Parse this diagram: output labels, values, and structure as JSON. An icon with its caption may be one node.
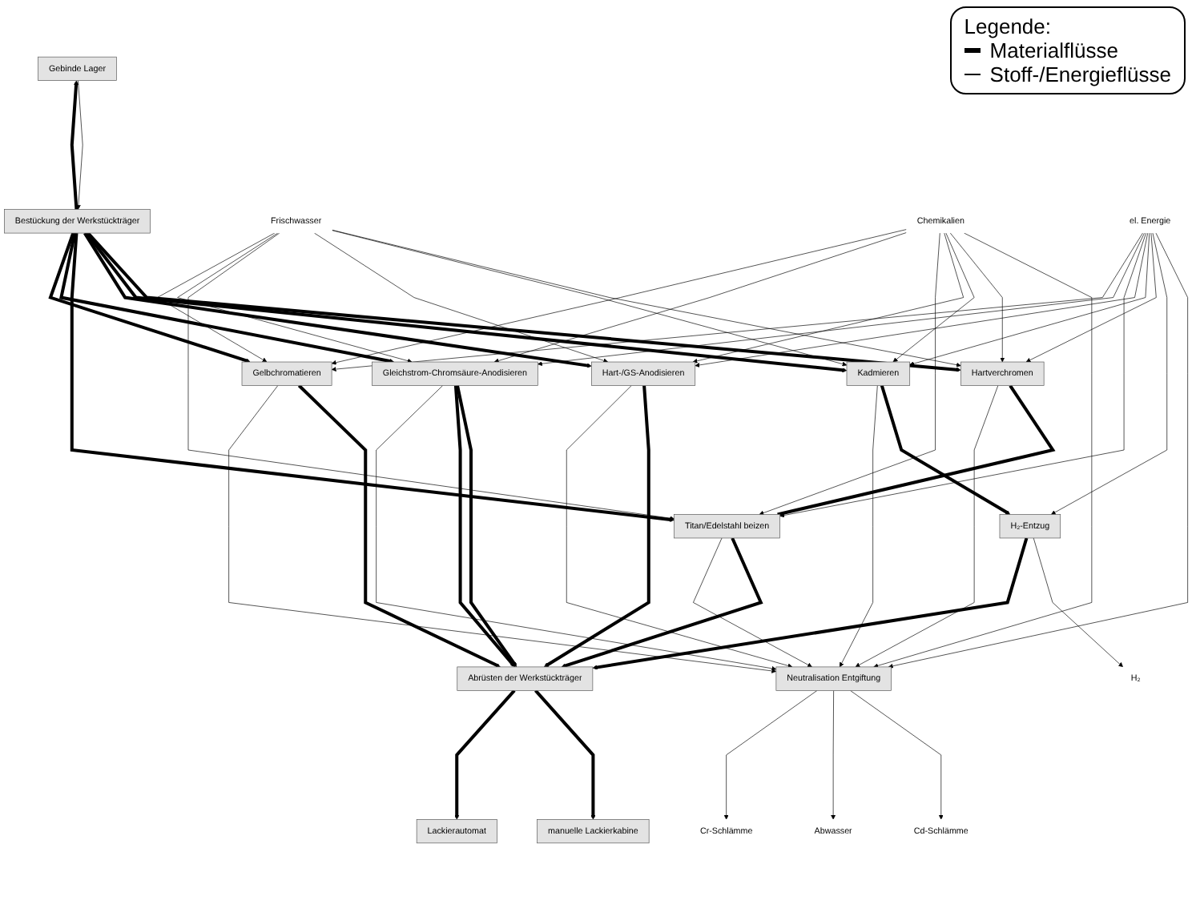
{
  "diagram": {
    "nodes": [
      {
        "text": [
          "Gebinde Lager"
        ]
      },
      {
        "text": [
          "Neutralisation Entgiftung"
        ]
      },
      {
        "text": [
          "H₂-Entzug"
        ]
      },
      {
        "text": [
          "Abrüsten der Werkstückträger"
        ]
      },
      {
        "text": [
          "manuelle Lackierkabine"
        ]
      },
      {
        "text": [
          "Lackierautomat"
        ]
      },
      {
        "text": [
          "Bestückung der Werkstückträger"
        ]
      },
      {
        "text": [
          "Hartverchromen"
        ]
      },
      {
        "text": [
          "Kadmieren"
        ]
      },
      {
        "text": [
          "Hart-/GS-Anodisieren"
        ]
      },
      {
        "text": [
          "Titan/Edelstahl beizen"
        ]
      },
      {
        "text": [
          "Gleichstrom-Chromsäure-Anodisieren"
        ]
      },
      {
        "text": [
          "Gelbchromatieren"
        ]
      },
      {
        "text": [
          "Cd-Schlämme"
        ]
      },
      {
        "text": [
          "Abwasser"
        ]
      },
      {
        "text": [
          "Cr-Schlämme"
        ]
      },
      {
        "text": [
          "H₂"
        ]
      },
      {
        "text": [
          "Frischwasser"
        ]
      },
      {
        "text": [
          "Chemikalien"
        ]
      },
      {
        "text": [
          "el. Energie"
        ]
      }
    ],
    "edges": [
      {
        "from": 1,
        "to": 13,
        "arrow": "to"
      },
      {
        "from": 1,
        "to": 14,
        "arrow": "to"
      },
      {
        "from": 1,
        "to": 15,
        "arrow": "to"
      },
      {
        "from": 2,
        "to": 16,
        "arrow": "to"
      },
      {
        "from": 0,
        "to": 6,
        "arrow": "to"
      },
      {
        "from": 6,
        "to": 0,
        "arrow": "to",
        "style": "thick"
      },
      {
        "from": 6,
        "to": 7,
        "arrow": "to",
        "style": "thick"
      },
      {
        "from": 6,
        "to": 8,
        "arrow": "to",
        "style": "thick"
      },
      {
        "from": 6,
        "to": 9,
        "arrow": "to",
        "style": "thick"
      },
      {
        "from": 6,
        "to": 10,
        "arrow": "to",
        "style": "thick"
      },
      {
        "from": 6,
        "to": 11,
        "arrow": "to",
        "style": "thick"
      },
      {
        "from": 6,
        "to": 12,
        "arrow": "to",
        "style": "thick"
      },
      {
        "from": 8,
        "to": 2,
        "arrow": "to",
        "style": "thick"
      },
      {
        "from": 7,
        "to": 10,
        "arrow": "none",
        "style": "thick"
      },
      {
        "from": 2,
        "to": 3,
        "arrow": "to",
        "style": "thick"
      },
      {
        "from": 9,
        "to": 3,
        "arrow": "to",
        "style": "thick"
      },
      {
        "from": 10,
        "to": 3,
        "arrow": "to",
        "style": "thick"
      },
      {
        "from": 11,
        "to": 3,
        "arrow": "to",
        "style": "thick"
      },
      {
        "from": 11,
        "to": 3,
        "arrow": "to",
        "style": "thick"
      },
      {
        "from": 12,
        "to": 3,
        "arrow": "to",
        "style": "thick"
      },
      {
        "from": 3,
        "to": 4,
        "arrow": "to",
        "style": "thick"
      },
      {
        "from": 3,
        "to": 5,
        "arrow": "to",
        "style": "thick"
      },
      {
        "from": 7,
        "to": 1,
        "arrow": "to"
      },
      {
        "from": 8,
        "to": 1,
        "arrow": "to"
      },
      {
        "from": 9,
        "to": 1,
        "arrow": "to"
      },
      {
        "from": 10,
        "to": 1,
        "arrow": "to"
      },
      {
        "from": 11,
        "to": 1,
        "arrow": "to"
      },
      {
        "from": 12,
        "to": 1,
        "arrow": "to"
      },
      {
        "from": 18,
        "to": 1,
        "arrow": "to"
      },
      {
        "from": 19,
        "to": 1,
        "arrow": "to"
      },
      {
        "from": 19,
        "to": 2,
        "arrow": "to"
      },
      {
        "from": 17,
        "to": 7,
        "arrow": "to"
      },
      {
        "from": 18,
        "to": 7,
        "arrow": "to"
      },
      {
        "from": 19,
        "to": 7,
        "arrow": "to"
      },
      {
        "from": 17,
        "to": 8,
        "arrow": "to"
      },
      {
        "from": 18,
        "to": 8,
        "arrow": "to"
      },
      {
        "from": 19,
        "to": 8,
        "arrow": "to"
      },
      {
        "from": 17,
        "to": 9,
        "arrow": "to"
      },
      {
        "from": 18,
        "to": 9,
        "arrow": "to"
      },
      {
        "from": 19,
        "to": 9,
        "arrow": "to"
      },
      {
        "from": 17,
        "to": 10,
        "arrow": "to"
      },
      {
        "from": 18,
        "to": 10,
        "arrow": "to"
      },
      {
        "from": 19,
        "to": 10,
        "arrow": "to"
      },
      {
        "from": 17,
        "to": 11,
        "arrow": "to"
      },
      {
        "from": 18,
        "to": 11,
        "arrow": "to"
      },
      {
        "from": 19,
        "to": 11,
        "arrow": "to"
      },
      {
        "from": 17,
        "to": 12,
        "arrow": "to"
      },
      {
        "from": 18,
        "to": 12,
        "arrow": "to"
      },
      {
        "from": 19,
        "to": 12,
        "arrow": "to"
      }
    ],
    "labels": [
      "Legende:"
    ],
    "legend": [
      {
        "text": "Materialflüsse"
      },
      {
        "text": "Stoff-/Energieflüsse"
      }
    ]
  }
}
